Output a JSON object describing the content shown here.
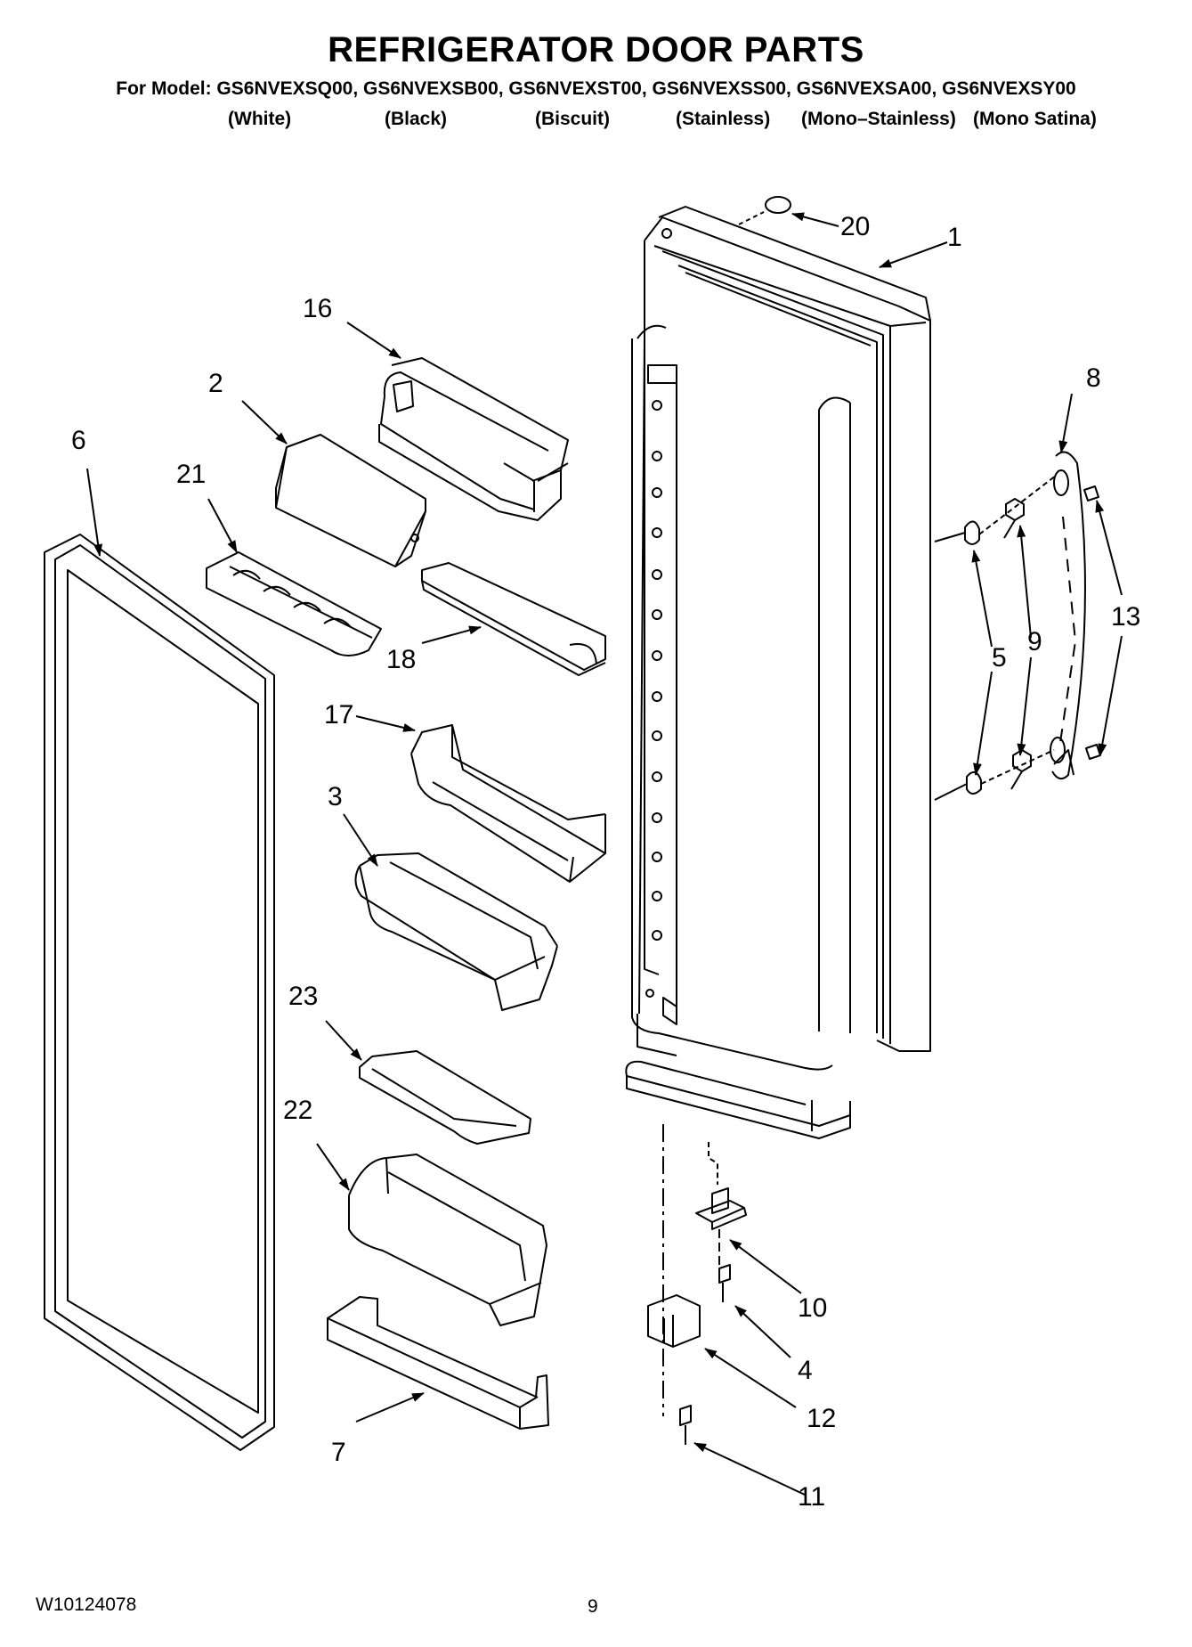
{
  "header": {
    "title": "REFRIGERATOR DOOR PARTS",
    "models": "For Model: GS6NVEXSQ00, GS6NVEXSB00, GS6NVEXST00, GS6NVEXSS00, GS6NVEXSA00, GS6NVEXSY00",
    "colors": [
      "(White)",
      "(Black)",
      "(Biscuit)",
      "(Stainless)",
      "(Mono–Stainless)",
      "(Mono Satina)"
    ]
  },
  "callouts": {
    "c1": "1",
    "c2": "2",
    "c3": "3",
    "c4": "4",
    "c5": "5",
    "c6": "6",
    "c7": "7",
    "c8": "8",
    "c9": "9",
    "c10": "10",
    "c11": "11",
    "c12": "12",
    "c13": "13",
    "c16": "16",
    "c17": "17",
    "c18": "18",
    "c20": "20",
    "c21": "21",
    "c22": "22",
    "c23": "23"
  },
  "footer": {
    "doc_number": "W10124078",
    "page_number": "9"
  }
}
